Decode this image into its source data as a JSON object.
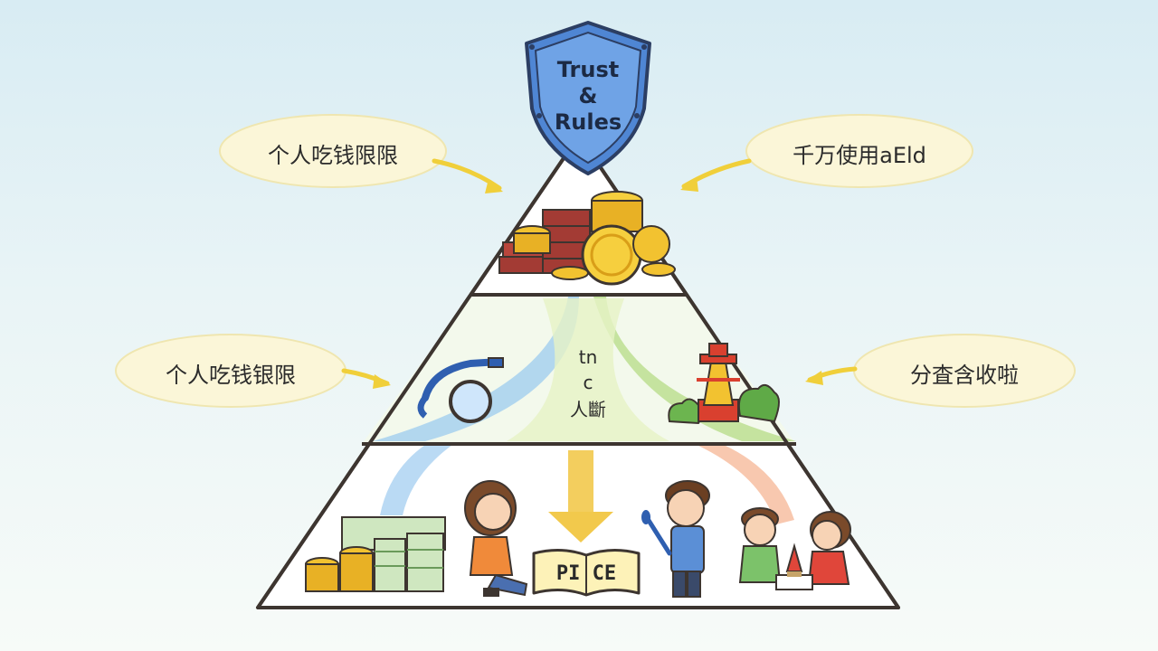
{
  "shield": {
    "line1": "Trust",
    "line2": "&",
    "line3": "Rules"
  },
  "callouts": {
    "top_left": "个人吃钱限限",
    "top_right": "千万使用aEld",
    "mid_left": "个人吃钱银限",
    "mid_right": "分査含收啦"
  },
  "middle_tier": {
    "line1": "tn",
    "line2": "c",
    "line3": "人斷"
  },
  "bottom_tier": {
    "book_label": "PI CE"
  },
  "colors": {
    "outline": "#3d3530",
    "blue_flow": "#8fc3ea",
    "green_flow": "#a9d67a",
    "yellow_arrow": "#f2c94c",
    "orange_flow": "#f3a27a",
    "shield": "#4f86d4"
  },
  "icons": [
    "shield-icon",
    "coin-stack-icon",
    "gold-bar-icon",
    "magnifier-tool-icon",
    "playground-tower-icon",
    "cash-stack-icon",
    "girl-sitting-icon",
    "boy-holding-spoon-icon",
    "children-playing-icon",
    "open-book-icon"
  ]
}
